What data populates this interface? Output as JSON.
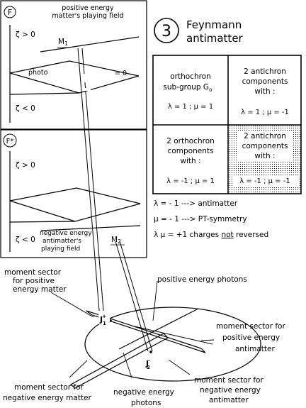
{
  "panel_f": {
    "badge": "F",
    "title_line1": "positive energy",
    "title_line2": "matter's playing field",
    "zeta_pos": "ζ > 0",
    "zeta_neg": "ζ < 0",
    "m1": "M",
    "m1_sub": "1",
    "photo": "photo",
    "zero": "= 0"
  },
  "panel_fstar": {
    "badge": "F*",
    "zeta_pos": "ζ > 0",
    "zeta_neg": "ζ < 0",
    "title_line1": "negative energy",
    "title_line2": "antimatter's",
    "title_line3": "playing field",
    "m2": "M",
    "m2_sub": "2"
  },
  "header": {
    "number": "3",
    "title_line1": "Feynmann",
    "title_line2": "antimatter"
  },
  "table": {
    "cell_tl": [
      "orthochron",
      "sub-group G",
      "λ = 1 ;  μ = 1"
    ],
    "cell_tl_sub": "o",
    "cell_tr": [
      "2 antichron",
      "components",
      "with :",
      "λ = 1 ;  μ = -1"
    ],
    "cell_bl": [
      "2 orthochron",
      "components",
      "with :",
      "λ = -1 ;  μ = 1"
    ],
    "cell_br": [
      "2 antichron",
      "components",
      "with :",
      "λ = -1 ;  μ = -1"
    ]
  },
  "legend": {
    "line1": "λ = - 1 ---> antimatter",
    "line2": "μ = - 1 ---> PT-symmetry",
    "line3_pre": "λ μ = +1  charges ",
    "line3_not": "not",
    "line3_post": " reversed"
  },
  "bottom": {
    "moment_pos_matter": [
      "moment sector",
      "for positive",
      "energy matter"
    ],
    "pos_photons": "positive energy photons",
    "moment_pos_anti": [
      "moment sector for",
      "positive energy",
      "antimatter"
    ],
    "j1": "J",
    "j1_sup": "+",
    "j1_sub": "1",
    "j2": "J",
    "j2_sup": "-",
    "j2_sub": "2",
    "moment_neg_anti": [
      "moment sector for",
      "negative energy",
      "antimatter"
    ],
    "moment_neg_matter": [
      "moment sector for",
      "negative energy matter"
    ],
    "neg_photons": [
      "negative energy",
      "photons"
    ]
  }
}
